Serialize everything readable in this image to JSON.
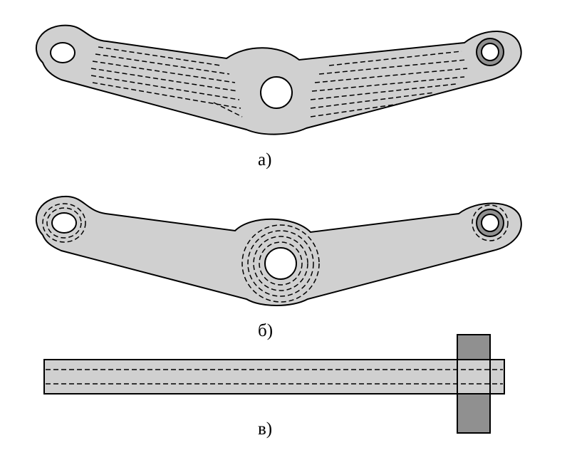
{
  "figure": {
    "captions": {
      "a": "а)",
      "b": "б)",
      "c": "в)"
    },
    "colors": {
      "part_fill": "#d0d0d0",
      "bushing_fill": "#909090",
      "outline": "#000000",
      "hole": "#ffffff"
    }
  }
}
